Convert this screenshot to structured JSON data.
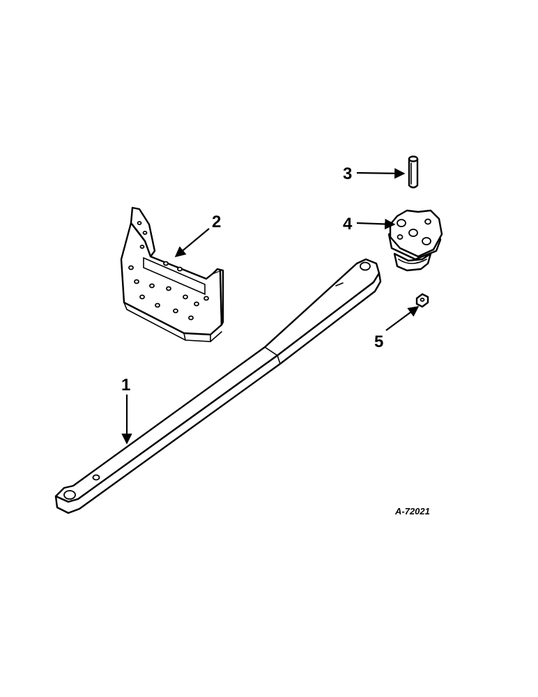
{
  "diagram": {
    "figure_id": "A-72021",
    "callouts": [
      "1",
      "2",
      "3",
      "4",
      "5"
    ]
  },
  "colors": {
    "ink": "#000000",
    "paper": "#ffffff"
  }
}
